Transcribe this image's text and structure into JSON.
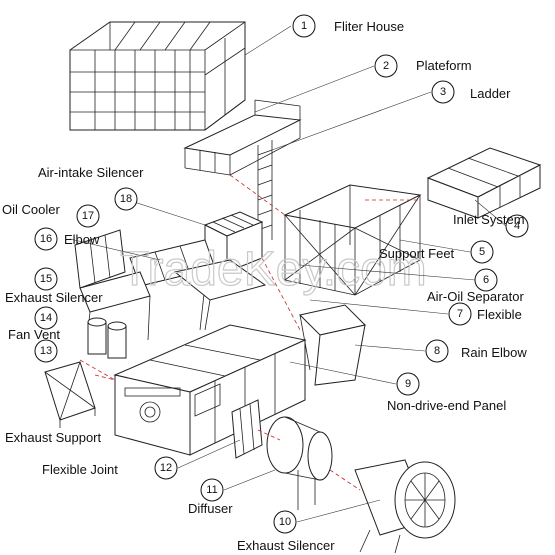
{
  "callouts": [
    {
      "num": "1",
      "label": "Fliter House"
    },
    {
      "num": "2",
      "label": "Plateform"
    },
    {
      "num": "3",
      "label": "Ladder"
    },
    {
      "num": "4",
      "label": "Inlet System"
    },
    {
      "num": "5",
      "label": "Support Feet"
    },
    {
      "num": "6",
      "label": "Air-Oil Separator"
    },
    {
      "num": "7",
      "label": "Flexible"
    },
    {
      "num": "8",
      "label": "Rain Elbow"
    },
    {
      "num": "9",
      "label": "Non-drive-end Panel"
    },
    {
      "num": "10",
      "label": "Exhaust Silencer"
    },
    {
      "num": "11",
      "label": "Diffuser"
    },
    {
      "num": "12",
      "label": "Flexible Joint"
    },
    {
      "num": "13",
      "label": "Exhaust Support"
    },
    {
      "num": "14",
      "label": "Fan Vent"
    },
    {
      "num": "15",
      "label": "Exhaust Silencer"
    },
    {
      "num": "16",
      "label": "Elbow"
    },
    {
      "num": "17",
      "label": "Oil Cooler"
    },
    {
      "num": "18",
      "label": "Air-intake Silencer"
    }
  ],
  "watermark": "TradeKey.com"
}
